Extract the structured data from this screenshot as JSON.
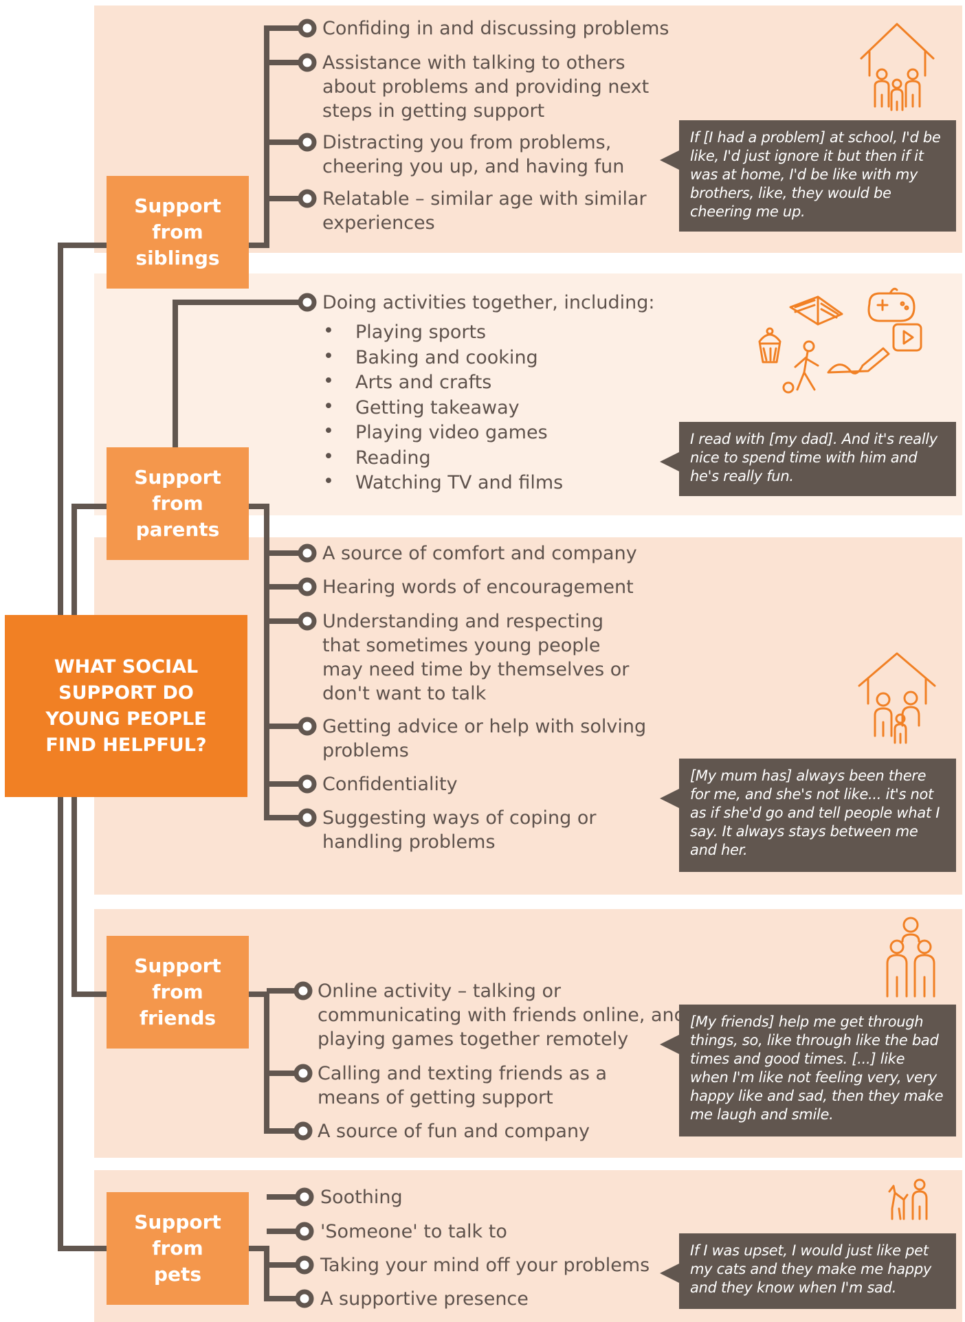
{
  "central": {
    "title": "WHAT SOCIAL SUPPORT DO YOUNG PEOPLE FIND HELPFUL?"
  },
  "categories": {
    "siblings": {
      "label": "Support from siblings",
      "items": [
        "Confiding in and discussing problems",
        "Assistance with talking to others about problems and providing next steps in getting support",
        "Distracting you from problems, cheering you up, and having fun",
        "Relatable – similar age with similar experiences"
      ],
      "quote": "If [I had a problem] at school, I'd be like, I'd just ignore it but then if it was at home, I'd be like with my brothers, like, they would be cheering me up.",
      "icon": "family-house-icon"
    },
    "parents": {
      "label": "Support from parents",
      "activities_intro": "Doing activities together, including:",
      "activities": [
        "Playing sports",
        "Baking and cooking",
        "Arts and crafts",
        "Getting takeaway",
        "Playing video games",
        "Reading",
        "Watching TV and films"
      ],
      "activities_quote": "I read with [my dad]. And it's really nice to spend time with him and he's really fun.",
      "items": [
        "A source of comfort and company",
        "Hearing words of encouragement",
        "Understanding and respecting that sometimes young people may need time by themselves or don't want to talk",
        "Getting advice or help with solving problems",
        "Confidentiality",
        "Suggesting ways of coping or handling problems"
      ],
      "quote": "[My mum has] always been there for me, and she's not like... it's not as if she'd go and tell people what I say. It always stays between me and her.",
      "icon": "parent-child-house-icon",
      "activities_icon": "activities-icon"
    },
    "friends": {
      "label": "Support from friends",
      "items": [
        "Online activity – talking or communicating with friends online, and playing games together remotely",
        "Calling and texting friends as a means of getting support",
        "A source of fun and company"
      ],
      "quote": "[My friends] help me get through things, so, like through like the bad times and good times. [...] like when I'm like not feeling very, very happy like and sad, then they make me laugh and smile.",
      "icon": "friends-group-icon"
    },
    "pets": {
      "label": "Support from pets",
      "items": [
        "Soothing",
        "'Someone' to talk to",
        "Taking your mind off your problems",
        "A supportive presence"
      ],
      "quote": "If I was upset, I would just like pet my cats and they make me happy and they know when I'm sad.",
      "icon": "person-with-pet-icon"
    }
  },
  "colors": {
    "primary": "#f18024",
    "secondary": "#f4974c",
    "connector": "#61564f",
    "band": "#fbe3d3",
    "band_light": "#fdefe5",
    "quote_bg": "#61564f"
  }
}
